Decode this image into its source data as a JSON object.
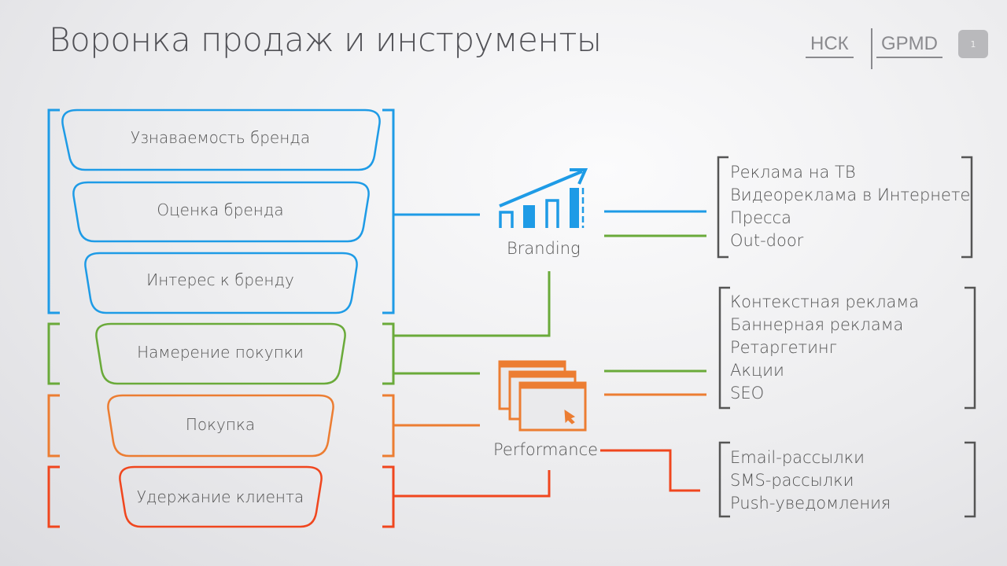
{
  "title": "Воронка продаж и инструменты",
  "logos": {
    "left": "НСК",
    "right": "GPMD"
  },
  "page_number": "1",
  "colors": {
    "blue": "#1e9be6",
    "green": "#6aaa3a",
    "orange": "#ec7d32",
    "red": "#f0461e"
  },
  "funnel": [
    "Узнаваемость бренда",
    "Оценка бренда",
    "Интерес к бренду",
    "Намерение покупки",
    "Покупка",
    "Удержание клиента"
  ],
  "tools": {
    "branding": "Branding",
    "performance": "Performance"
  },
  "lists": [
    [
      "Реклама на ТВ",
      "Видеореклама в Интернете",
      "Пресса",
      "Out-door"
    ],
    [
      "Контекстная реклама",
      "Баннерная реклама",
      "Ретаргетинг",
      "Акции",
      "SEO"
    ],
    [
      "Email-рассылки",
      "SMS-рассылки",
      "Push-уведомления"
    ]
  ]
}
